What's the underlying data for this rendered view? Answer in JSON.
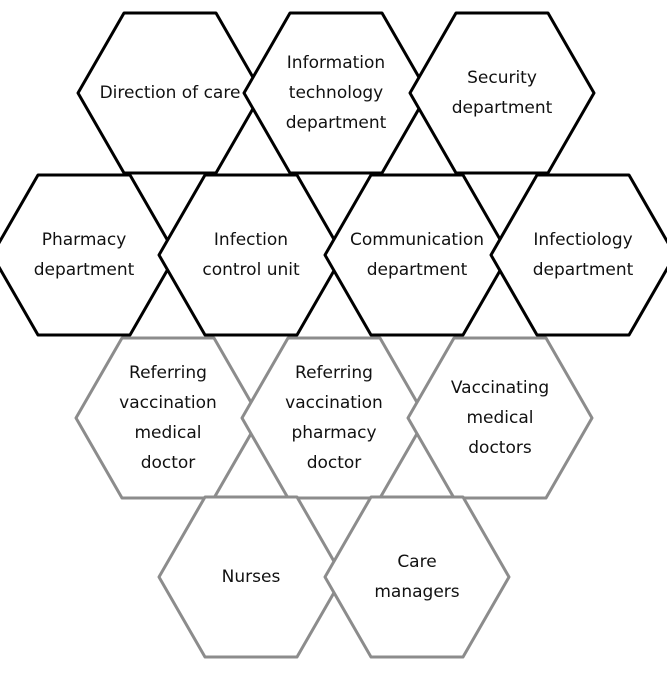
{
  "colors": {
    "core_stroke": "#000000",
    "extended_stroke": "#8c8c8c",
    "fill": "#ffffff",
    "text": "#111111"
  },
  "hexagons": [
    {
      "id": "direction-of-care",
      "group": "core",
      "lines": [
        "Direction of care"
      ]
    },
    {
      "id": "information-technology-department",
      "group": "core",
      "lines": [
        "Information",
        "technology",
        "department"
      ]
    },
    {
      "id": "security-department",
      "group": "core",
      "lines": [
        "Security",
        "department"
      ]
    },
    {
      "id": "pharmacy-department",
      "group": "core",
      "lines": [
        "Pharmacy",
        "department"
      ]
    },
    {
      "id": "infection-control-unit",
      "group": "core",
      "lines": [
        "Infection",
        "control unit"
      ]
    },
    {
      "id": "communication-department",
      "group": "core",
      "lines": [
        "Communication",
        "department"
      ]
    },
    {
      "id": "infectiology-department",
      "group": "core",
      "lines": [
        "Infectiology",
        "department"
      ]
    },
    {
      "id": "referring-vaccination-medical-doctor",
      "group": "extended",
      "lines": [
        "Referring",
        "vaccination",
        "medical",
        "doctor"
      ]
    },
    {
      "id": "referring-vaccination-pharmacy-doctor",
      "group": "extended",
      "lines": [
        "Referring",
        "vaccination",
        "pharmacy",
        "doctor"
      ]
    },
    {
      "id": "vaccinating-medical-doctors",
      "group": "extended",
      "lines": [
        "Vaccinating",
        "medical",
        "doctors"
      ]
    },
    {
      "id": "nurses",
      "group": "extended",
      "lines": [
        "Nurses"
      ]
    },
    {
      "id": "care-managers",
      "group": "extended",
      "lines": [
        "Care",
        "managers"
      ]
    }
  ]
}
